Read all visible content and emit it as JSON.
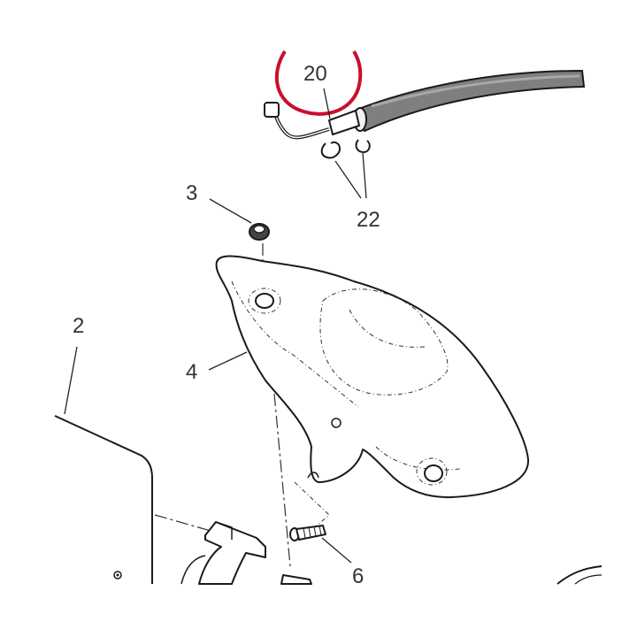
{
  "callouts": {
    "part_20": "20",
    "part_22": "22",
    "part_3": "3",
    "part_2": "2",
    "part_4": "4",
    "part_6": "6"
  },
  "colors": {
    "highlight": "#c8102e",
    "hose": "#7a7a7a",
    "line": "#1a1a1a"
  }
}
